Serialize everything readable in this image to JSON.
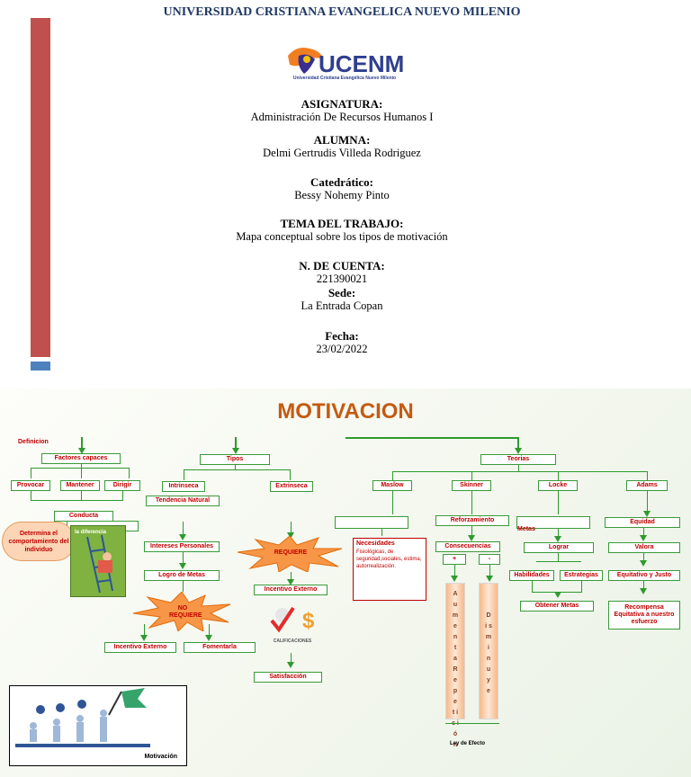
{
  "cover": {
    "university": "UNIVERSIDAD CRISTIANA EVANGELICA NUEVO MILENIO",
    "logo_text": "UCENM",
    "logo_subtitle": "Universidad Cristiana Evangélica Nuevo Milenio",
    "subject_label": "ASIGNATURA:",
    "subject": "Administración De Recursos Humanos I",
    "student_label": "ALUMNA:",
    "student": "Delmi Gertrudis Villeda Rodriguez",
    "teacher_label": "Catedrático:",
    "teacher": "Bessy Nohemy Pinto",
    "topic_label": "TEMA DEL TRABAJO:",
    "topic": "Mapa conceptual sobre los tipos de motivación",
    "account_label": "N. DE CUENTA:",
    "account": "221390021",
    "campus_label": "Sede:",
    "campus": "La Entrada Copan",
    "date_label": "Fecha:",
    "date": "23/02/2022",
    "colors": {
      "red_bar": "#c0504d",
      "blue_bar": "#4f81bd",
      "title": "#1f3864"
    }
  },
  "map": {
    "title": "MOTIVACION",
    "definicion": "Definicion",
    "factores": "Factores capaces",
    "provocar": "Provocar",
    "mantener": "Mantener",
    "dirigir": "Dirigir",
    "conducta": "Conducta",
    "bubble": "Determina el comportamiento del individuo",
    "ladder_text": "la diferencia",
    "tipos": "Tipos",
    "intrinseca": "Intrinseca",
    "extrinseca": "Extrinseca",
    "tendencia": "Tendencia Natural",
    "intereses": "Intereses Personales",
    "logro": "Logro de Metas",
    "no_requiere": "NO REQUIERE",
    "requiere": "REQUIERE",
    "incentivo_externo_1": "Incentivo Externo",
    "fomentarla": "Fomentarla",
    "incentivo_externo_2": "Incentivo Externo",
    "calificaciones": "CALIFICACIONES",
    "satisfaccion": "Satisfacción",
    "teorias": "Teorias",
    "maslow": "Maslow",
    "skinner": "Skinner",
    "locke": "Locke",
    "adams": "Adams",
    "necesidades": "Necesidades",
    "necesidades_detalle": "Fisiológicas, de seguridad,sociales, estima, autorrealización.",
    "reforzamiento": "Reforzamiento",
    "consecuencias": "Consecuencias",
    "plus": "+",
    "minus": "-",
    "aumenta": "A u m e n t a   R e p e t i c i ó n",
    "disminuye": "D i s m i n u y e",
    "ley_efecto": "Ley de Efecto",
    "metas": "Metas",
    "lograr": "Lograr",
    "habilidades": "Habilidades",
    "estrategias": "Estrategias",
    "obtener_metas": "Obtener Metas",
    "equidad": "Equidad",
    "valora": "Valora",
    "equitativo": "Equitativo y Justo",
    "recompensa": "Recompensa Equitativa a nuestro esfuerzo",
    "illustration_caption": "Motivación",
    "colors": {
      "title": "#c55a11",
      "lines": "#2e9a2e",
      "text": "#c00000",
      "star": "#f79646"
    }
  }
}
